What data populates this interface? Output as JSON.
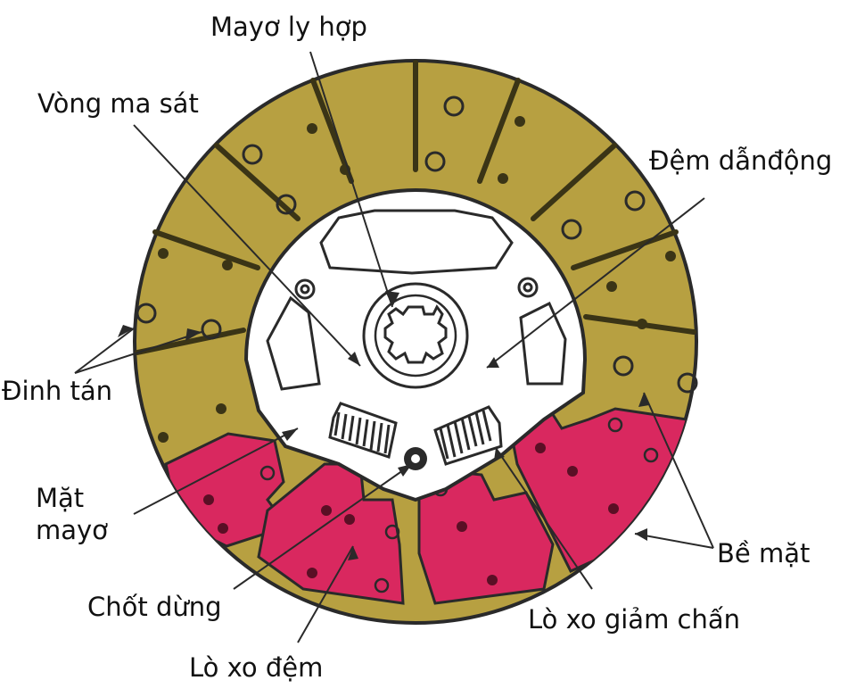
{
  "labels": {
    "clutch_hub": "Mayơ ly hợp",
    "friction_ring": "Vòng ma sát",
    "drive_plate": "Đệm dẫnđộng",
    "rivet": "Đinh tán",
    "hub_face_line1": "Mặt",
    "hub_face_line2": "mayơ",
    "stop_pin": "Chốt dừng",
    "surface": "Bề mặt",
    "damper_spring": "Lò xo giảm chấn",
    "cushion_spring": "Lò xo đệm"
  },
  "colors": {
    "facing": "#b7a041",
    "cushion": "#d9285f",
    "outline": "#2a2a2a",
    "plate": "#ffffff",
    "text": "#111111"
  }
}
